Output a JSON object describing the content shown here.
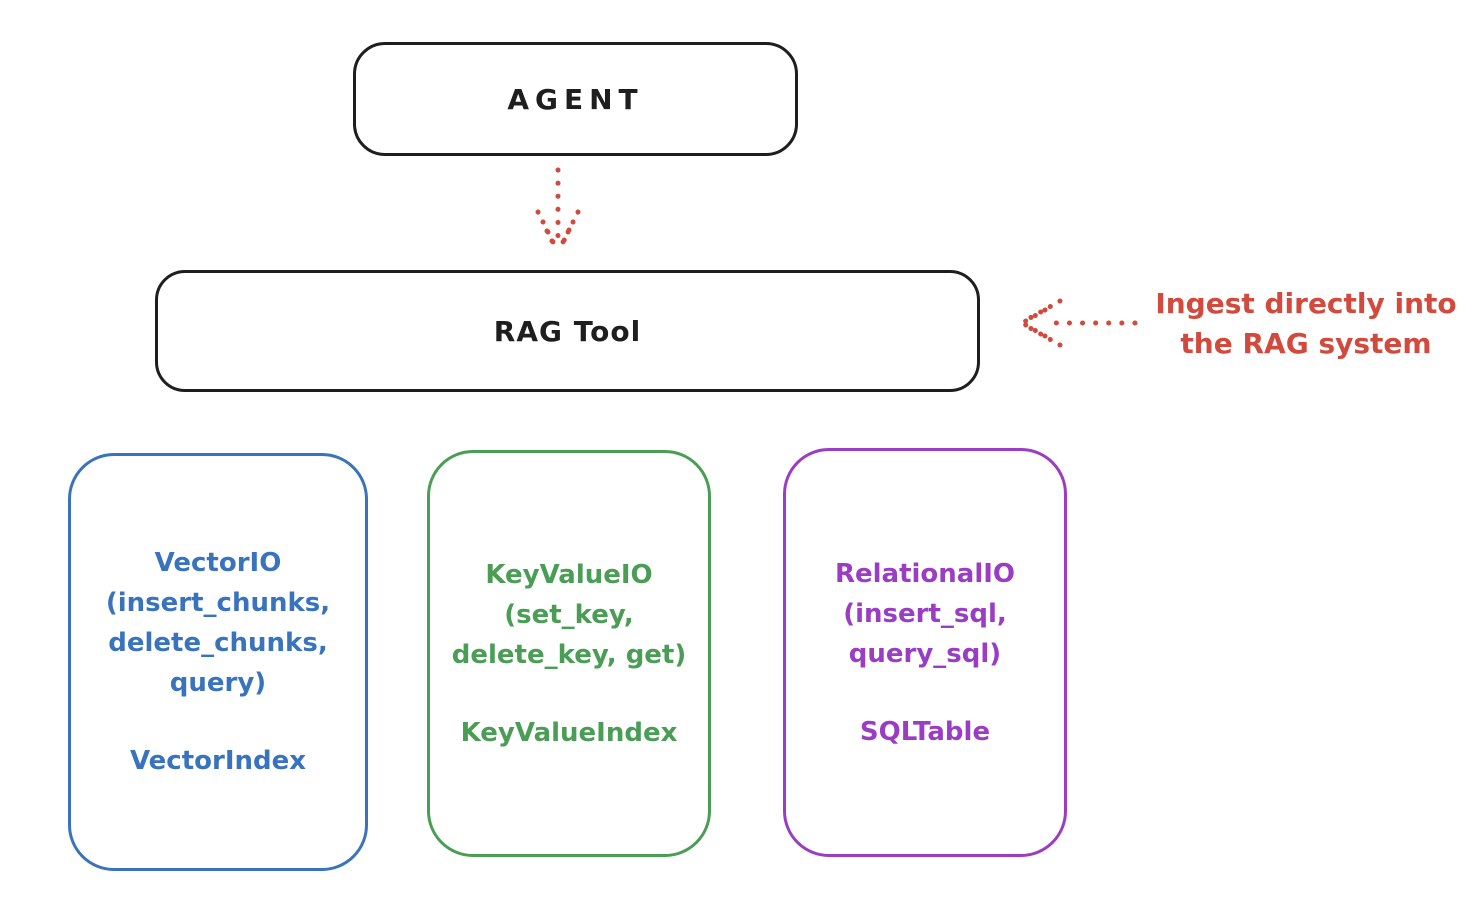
{
  "colors": {
    "ink": "#1e1e1e",
    "red": "#d14a3d",
    "blue": "#3a73bd",
    "green": "#4a9d55",
    "purple": "#9a3cc4",
    "background": "#ffffff"
  },
  "agent_box": {
    "label": "AGENT"
  },
  "rag_tool_box": {
    "label": "RAG Tool"
  },
  "ingest_annotation": {
    "text": "Ingest directly into\nthe RAG system"
  },
  "arrows": [
    {
      "name": "agent-to-rag-tool",
      "style": "dotted",
      "color": "#d14a3d",
      "direction": "down"
    },
    {
      "name": "annotation-to-rag-tool",
      "style": "dotted",
      "color": "#d14a3d",
      "direction": "left"
    }
  ],
  "storage_boxes": [
    {
      "title": "VectorIO\n(insert_chunks,\ndelete_chunks,\nquery)",
      "index": "VectorIndex",
      "color": "#3a73bd"
    },
    {
      "title": "KeyValueIO\n(set_key,\ndelete_key, get)",
      "index": "KeyValueIndex",
      "color": "#4a9d55"
    },
    {
      "title": "RelationalIO\n(insert_sql,\nquery_sql)",
      "index": "SQLTable",
      "color": "#9a3cc4"
    }
  ]
}
